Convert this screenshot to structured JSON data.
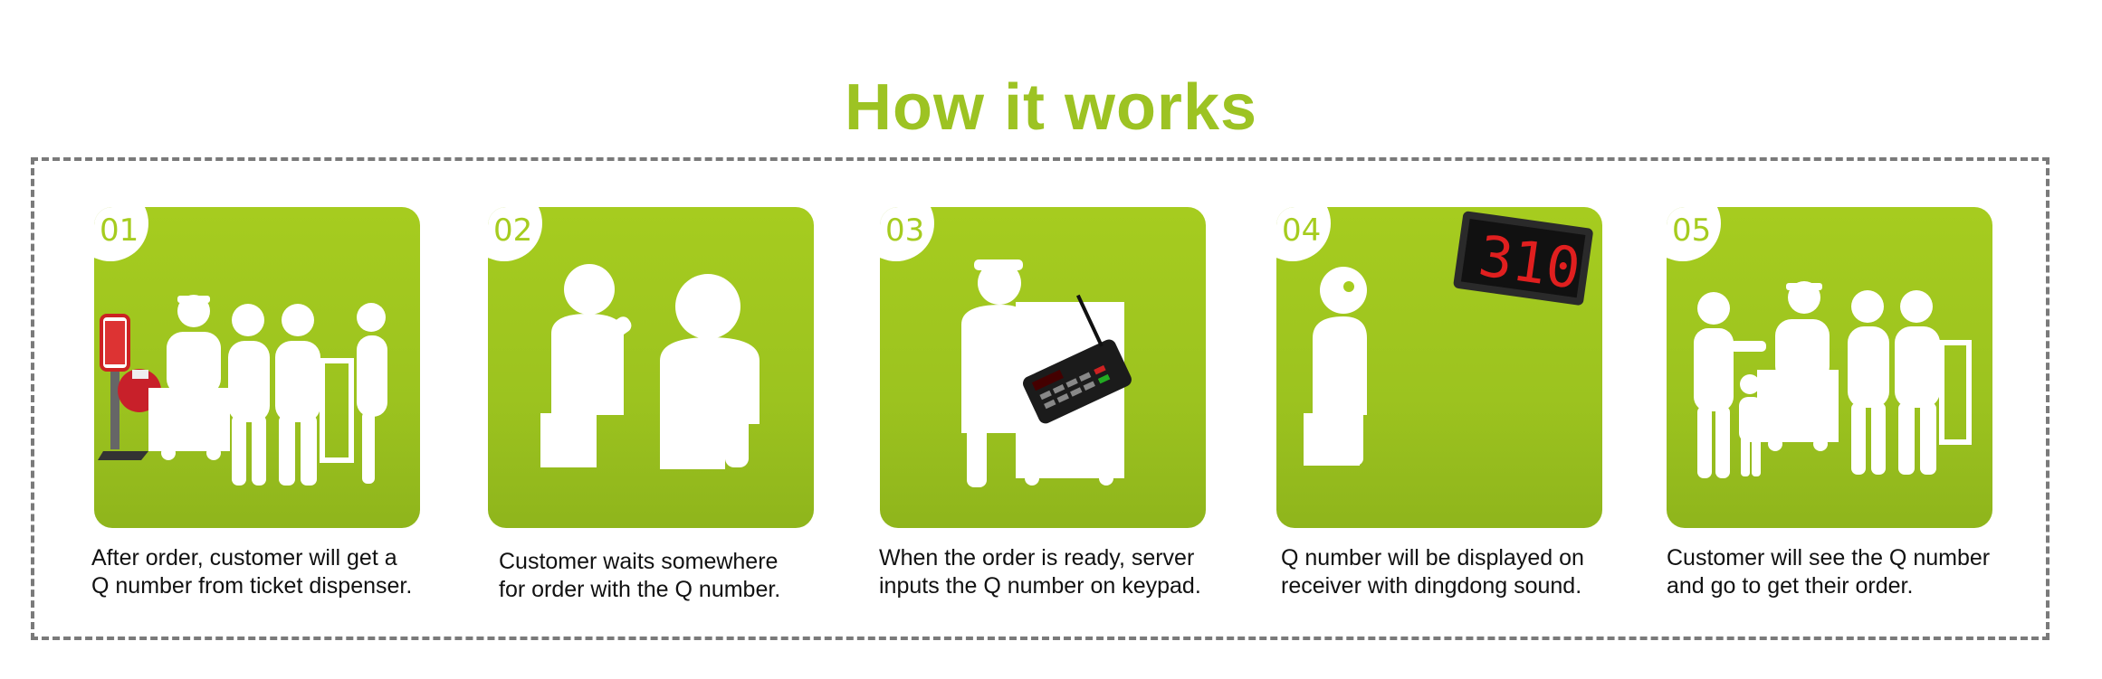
{
  "title": "How it works",
  "colors": {
    "accent": "#9dc323",
    "card": "#a6cc1f",
    "frame": "#7a7a7a"
  },
  "steps": [
    {
      "number": "01",
      "line1": "After order, customer will get a",
      "line2": "Q number from ticket dispenser."
    },
    {
      "number": "02",
      "line1": "Customer waits somewhere",
      "line2": "for order with the Q number."
    },
    {
      "number": "03",
      "line1": "When the order is ready, server",
      "line2": "inputs the Q number on keypad."
    },
    {
      "number": "04",
      "line1": "Q number will be displayed on",
      "line2": "receiver with dingdong sound."
    },
    {
      "number": "05",
      "line1": "Customer will see the Q number",
      "line2": "and go to get their order."
    }
  ],
  "display_readout": "310",
  "icons": [
    "ticket-dispenser-queue-icon",
    "waiting-customers-icon",
    "server-keypad-icon",
    "customer-receiver-display-icon",
    "order-pickup-icon"
  ]
}
